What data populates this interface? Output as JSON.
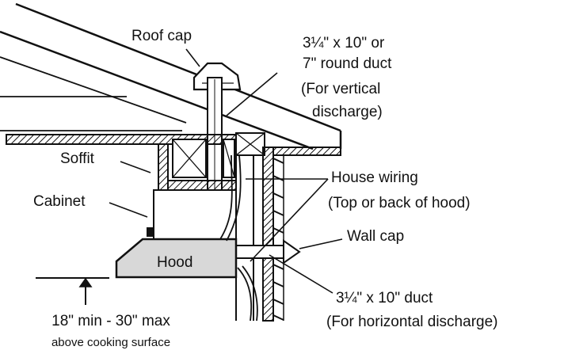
{
  "labels": {
    "roof_cap": "Roof cap",
    "vertical_duct": [
      "3¼\" x 10\" or",
      "7\" round duct",
      "(For vertical",
      "discharge)"
    ],
    "soffit": "Soffit",
    "cabinet": "Cabinet",
    "house_wiring": [
      "House wiring",
      "(Top or back of hood)"
    ],
    "wall_cap": "Wall cap",
    "hood": "Hood",
    "horizontal_duct": [
      "3¼\" x 10\" duct",
      "(For horizontal discharge)"
    ],
    "clearance": [
      "18\" min - 30\" max",
      "above cooking surface"
    ]
  },
  "colors": {
    "line": "#111111",
    "hood_fill": "#d8d8d8",
    "background": "#ffffff"
  }
}
